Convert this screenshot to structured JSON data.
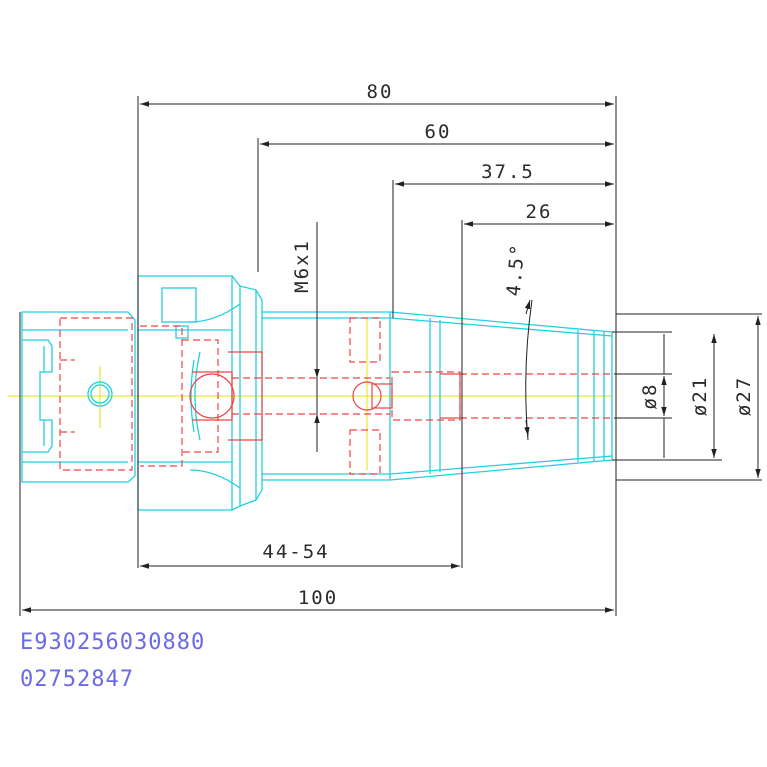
{
  "dimensions": {
    "overall_80": "80",
    "length_60": "60",
    "length_37_5": "37.5",
    "length_26": "26",
    "thread": "M6x1",
    "angle": "4.5°",
    "dia_8": "ø8",
    "dia_21": "ø21",
    "dia_27": "ø27",
    "range_44_54": "44-54",
    "total_100": "100"
  },
  "codes": {
    "part_number": "E930256030880",
    "order_number": "02752847"
  },
  "colors": {
    "outline": "#22d0e0",
    "hidden": "#ee4444",
    "dimension": "#222222",
    "centerline": "#e6e600",
    "code_text": "#6a6ae6"
  }
}
